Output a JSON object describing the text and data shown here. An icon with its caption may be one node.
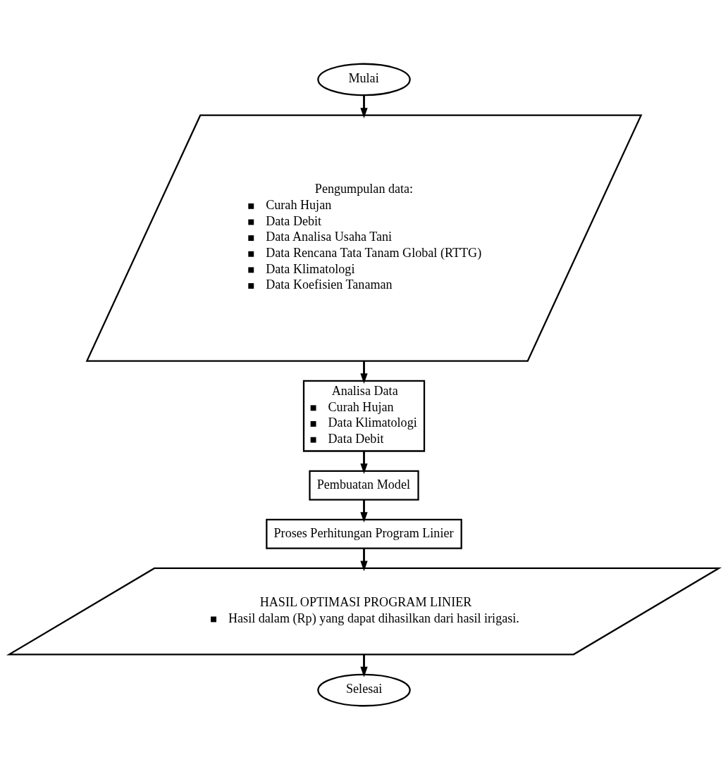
{
  "diagram": {
    "nodes": [
      {
        "text": [
          "Mulai"
        ]
      },
      {
        "text": [
          "Pengumpulan data:",
          "Curah Hujan",
          "Data Debit",
          "Data Analisa Usaha Tani",
          "Data Rencana Tata Tanam Global (RTTG)",
          "Data Klimatologi",
          "Data Koefisien Tanaman"
        ]
      },
      {
        "text": [
          "Analisa Data",
          "Curah Hujan",
          "Data Klimatologi",
          "Data Debit"
        ]
      },
      {
        "text": [
          "Pembuatan Model"
        ]
      },
      {
        "text": [
          "Proses Perhitungan Program Linier"
        ]
      },
      {
        "text": [
          "HASIL OPTIMASI PROGRAM LINIER",
          "Hasil dalam (Rp) yang dapat dihasilkan dari hasil irigasi."
        ]
      },
      {
        "text": [
          "Selesai"
        ]
      }
    ],
    "edges": [
      {
        "from": 0,
        "to": 1,
        "arrow": "to"
      },
      {
        "from": 1,
        "to": 2,
        "arrow": "to"
      },
      {
        "from": 2,
        "to": 3,
        "arrow": "to"
      },
      {
        "from": 3,
        "to": 4,
        "arrow": "to"
      },
      {
        "from": 4,
        "to": 5,
        "arrow": "to"
      },
      {
        "from": 5,
        "to": 6,
        "arrow": "to"
      }
    ]
  }
}
